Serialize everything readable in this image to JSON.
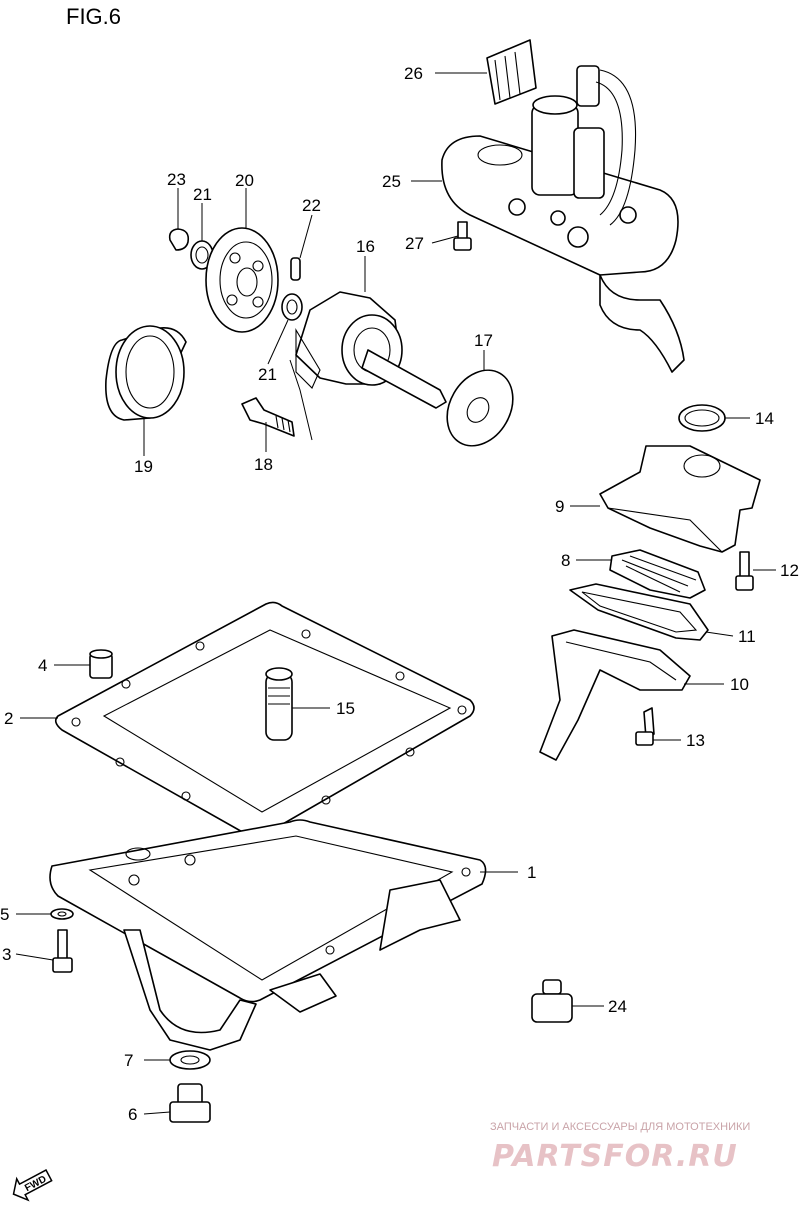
{
  "figure": {
    "title": "FIG.6"
  },
  "callouts": [
    {
      "id": "c1",
      "label": "1"
    },
    {
      "id": "c2",
      "label": "2"
    },
    {
      "id": "c3",
      "label": "3"
    },
    {
      "id": "c4",
      "label": "4"
    },
    {
      "id": "c5",
      "label": "5"
    },
    {
      "id": "c6",
      "label": "6"
    },
    {
      "id": "c7",
      "label": "7"
    },
    {
      "id": "c8",
      "label": "8"
    },
    {
      "id": "c9",
      "label": "9"
    },
    {
      "id": "c10",
      "label": "10"
    },
    {
      "id": "c11",
      "label": "11"
    },
    {
      "id": "c12",
      "label": "12"
    },
    {
      "id": "c13",
      "label": "13"
    },
    {
      "id": "c14",
      "label": "14"
    },
    {
      "id": "c15",
      "label": "15"
    },
    {
      "id": "c16",
      "label": "16"
    },
    {
      "id": "c17",
      "label": "17"
    },
    {
      "id": "c18",
      "label": "18"
    },
    {
      "id": "c19",
      "label": "19"
    },
    {
      "id": "c20",
      "label": "20"
    },
    {
      "id": "c21a",
      "label": "21"
    },
    {
      "id": "c21b",
      "label": "21"
    },
    {
      "id": "c22",
      "label": "22"
    },
    {
      "id": "c23",
      "label": "23"
    },
    {
      "id": "c24",
      "label": "24"
    },
    {
      "id": "c25",
      "label": "25"
    },
    {
      "id": "c26",
      "label": "26"
    },
    {
      "id": "c27",
      "label": "27"
    }
  ],
  "direction_marker": {
    "label": "FWD"
  },
  "watermark": {
    "tagline": "ЗАПЧАСТИ И АКСЕССУАРЫ ДЛЯ МОТОТЕХНИКИ",
    "brand": "PARTSFOR.RU",
    "color": "#e7c2c6"
  }
}
